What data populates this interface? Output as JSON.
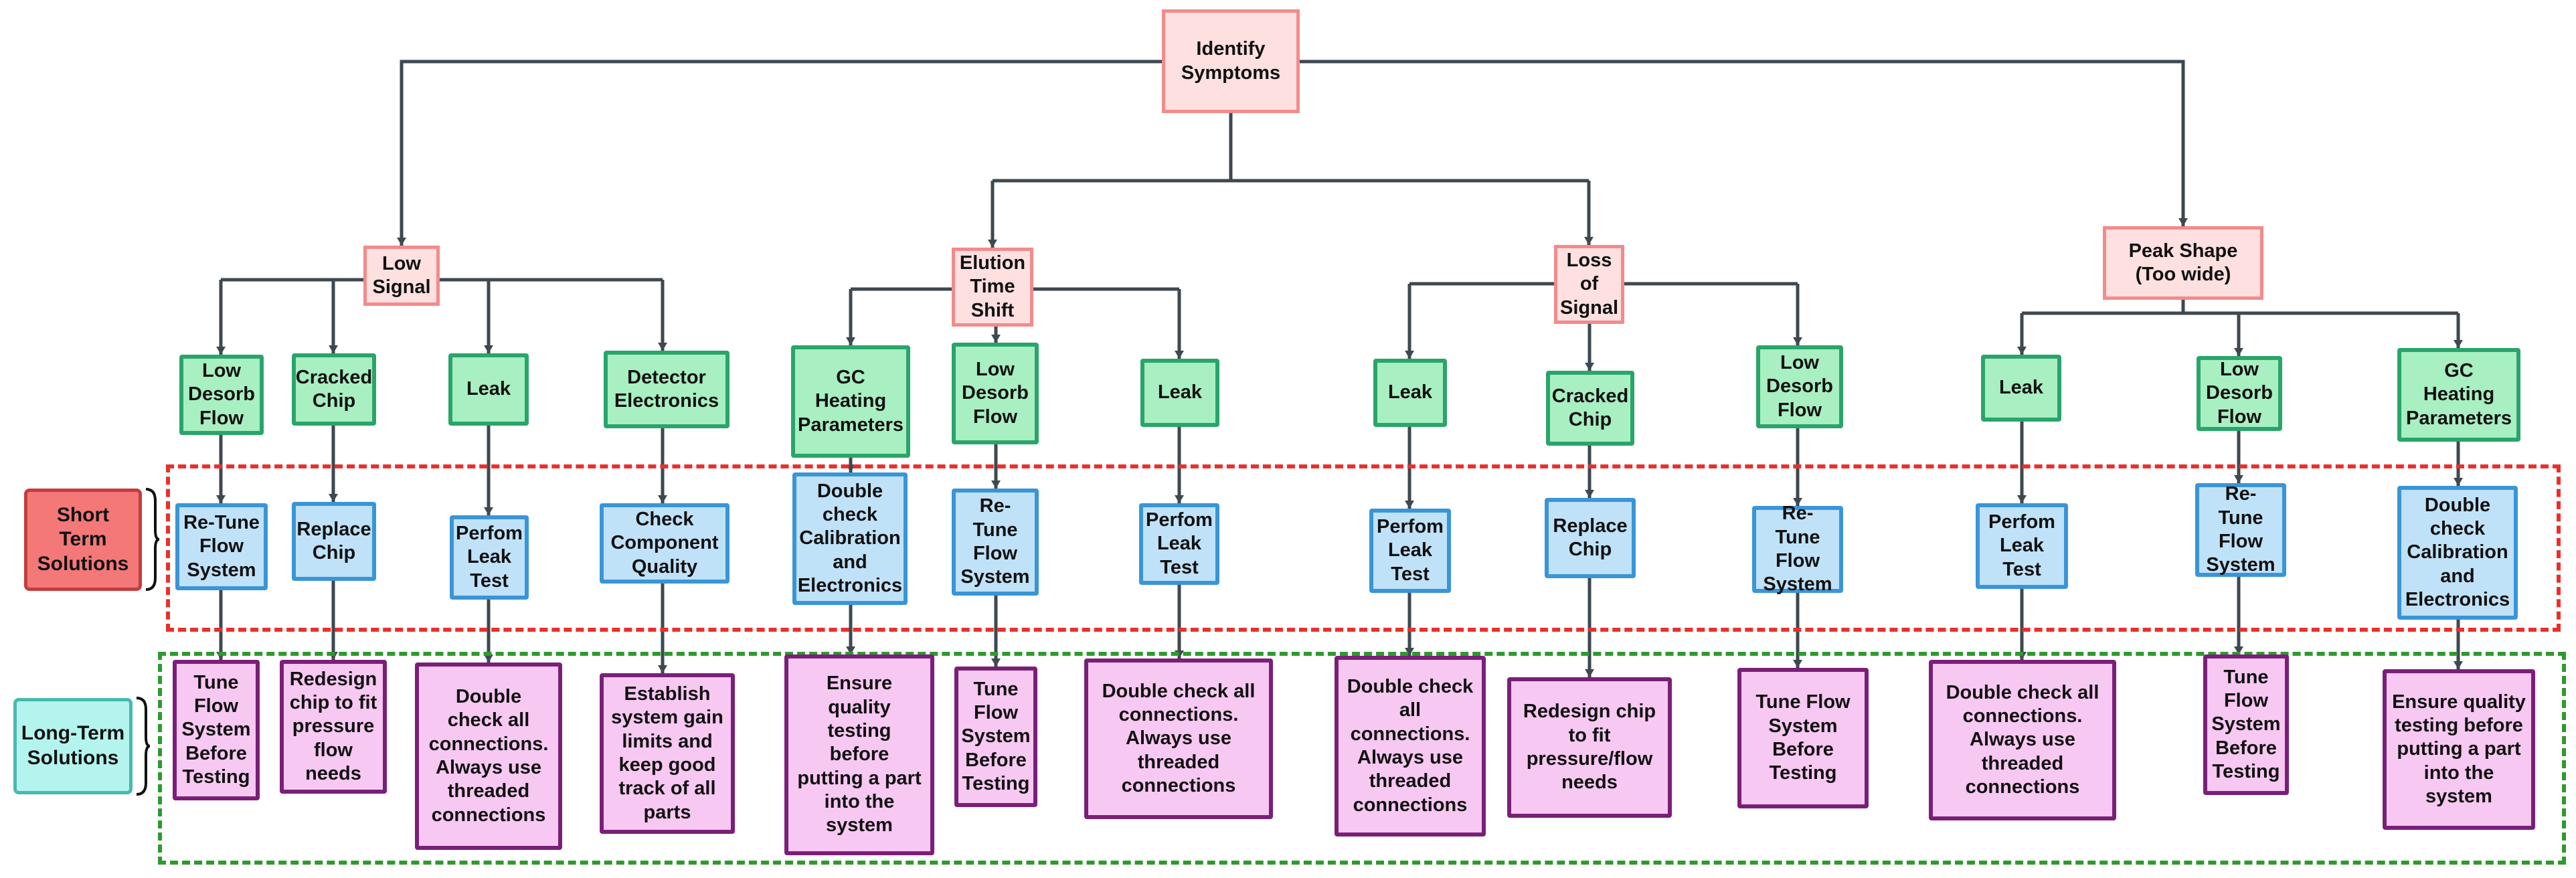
{
  "root": "Identify\nSymptoms",
  "categories": [
    {
      "label": "Low\nSignal"
    },
    {
      "label": "Elution\nTime\nShift"
    },
    {
      "label": "Loss\nof\nSignal"
    },
    {
      "label": "Peak Shape\n(Too wide)"
    }
  ],
  "legend": {
    "short_term": "Short\nTerm\nSolutions",
    "long_term": "Long-Term\nSolutions"
  },
  "branches": [
    {
      "cause": "Low\nDesorb\nFlow",
      "short": "Re-Tune\nFlow\nSystem",
      "long": "Tune\nFlow\nSystem\nBefore\nTesting"
    },
    {
      "cause": "Cracked\nChip",
      "short": "Replace\nChip",
      "long": "Redesign\nchip to fit\npressure\nflow\nneeds"
    },
    {
      "cause": "Leak",
      "short": "Perfom\nLeak\nTest",
      "long": "Double\ncheck all\nconnections.\nAlways use\nthreaded\nconnections"
    },
    {
      "cause": "Detector\nElectronics",
      "short": "Check\nComponent\nQuality",
      "long": "Establish\nsystem gain\nlimits and\nkeep good\ntrack of all\nparts"
    },
    {
      "cause": "GC\nHeating\nParameters",
      "short": "Double\ncheck\nCalibration\nand\nElectronics",
      "long": "Ensure\nquality\ntesting\nbefore\nputting a part\ninto the\nsystem"
    },
    {
      "cause": "Low\nDesorb\nFlow",
      "short": "Re-Tune\nFlow\nSystem",
      "long": "Tune\nFlow\nSystem\nBefore\nTesting"
    },
    {
      "cause": "Leak",
      "short": "Perfom\nLeak\nTest",
      "long": "Double check all\nconnections.\nAlways use\nthreaded\nconnections"
    },
    {
      "cause": "Leak",
      "short": "Perfom\nLeak\nTest",
      "long": "Double check\nall\nconnections.\nAlways use\nthreaded\nconnections"
    },
    {
      "cause": "Cracked\nChip",
      "short": "Replace\nChip",
      "long": "Redesign chip\nto fit\npressure/flow\nneeds"
    },
    {
      "cause": "Low\nDesorb\nFlow",
      "short": "Re-Tune\nFlow\nSystem",
      "long": "Tune Flow\nSystem\nBefore\nTesting"
    },
    {
      "cause": "Leak",
      "short": "Perfom\nLeak\nTest",
      "long": "Double check all\nconnections.\nAlways use\nthreaded\nconnections"
    },
    {
      "cause": "Low\nDesorb\nFlow",
      "short": "Re-Tune\nFlow\nSystem",
      "long": "Tune\nFlow\nSystem\nBefore\nTesting"
    },
    {
      "cause": "GC\nHeating\nParameters",
      "short": "Double\ncheck\nCalibration\nand\nElectronics",
      "long": "Ensure quality\ntesting before\nputting a part\ninto the\nsystem"
    }
  ]
}
